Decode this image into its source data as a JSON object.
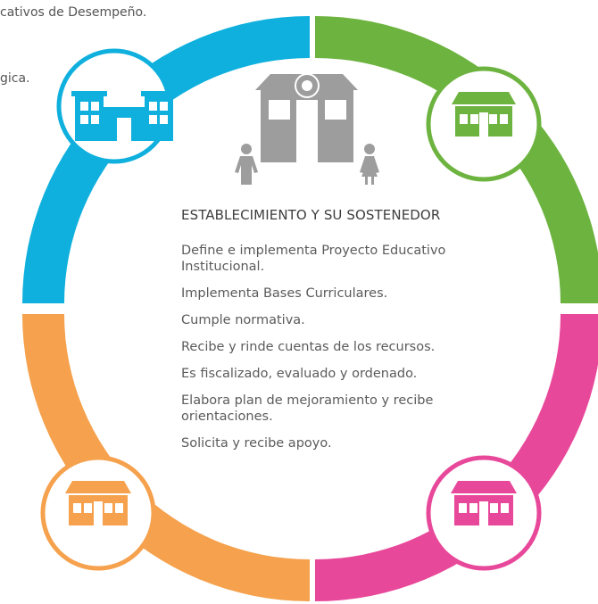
{
  "colors": {
    "blue": "#0fb0dd",
    "green": "#6db33f",
    "pink": "#e8489a",
    "orange": "#f5a14d",
    "gray": "#9d9d9d",
    "white": "#ffffff"
  },
  "top_fragments": {
    "line1": "cativos de Desempeño.",
    "line2": "gica."
  },
  "center": {
    "title": "ESTABLECIMIENTO Y SU SOSTENEDOR",
    "items": [
      "Define e implementa Proyecto Educativo Institucional.",
      "Implementa Bases Curriculares.",
      "Cumple normativa.",
      "Recibe y rinde cuentas de los recursos.",
      "Es fiscalizado, evaluado y ordenado.",
      "Elabora plan de mejoramiento y recibe orientaciones.",
      "Solicita y recibe apoyo."
    ]
  },
  "icons": {
    "top_left": "school-building-icon",
    "top_right": "school-house-icon",
    "bottom_left": "school-house-icon",
    "bottom_right": "school-house-icon",
    "center": "school-with-people-icon"
  }
}
